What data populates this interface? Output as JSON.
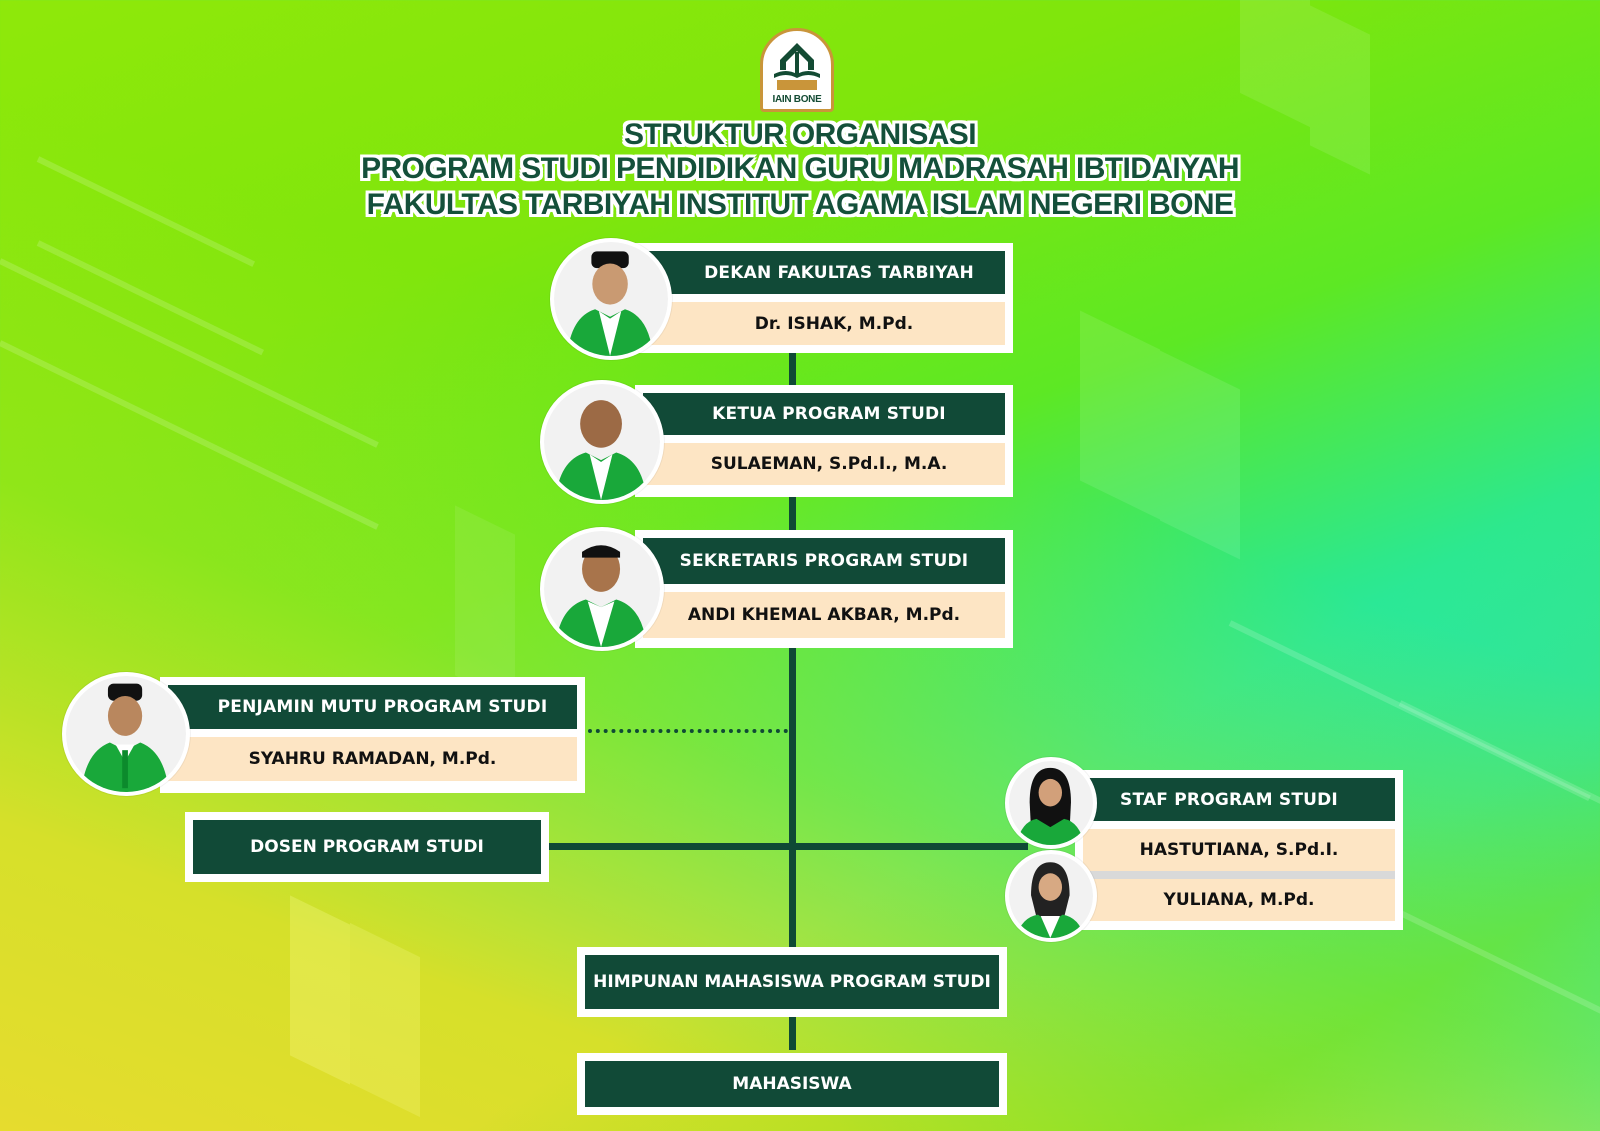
{
  "header": {
    "logo_text": "IAIN BONE",
    "title_line1": "STRUKTUR ORGANISASI",
    "title_line2": "PROGRAM STUDI PENDIDIKAN GURU MADRASAH IBTIDAIYAH",
    "title_line3": "FAKULTAS TARBIYAH INSTITUT AGAMA ISLAM NEGERI BONE"
  },
  "nodes": {
    "dekan": {
      "role": "DEKAN  FAKULTAS TARBIYAH",
      "name": "Dr. ISHAK, M.Pd.",
      "photo": "person-photo-male-peci"
    },
    "ketua": {
      "role": "KETUA PROGRAM STUDI",
      "name": "SULAEMAN, S.Pd.I., M.A.",
      "photo": "person-photo-male"
    },
    "sekretaris": {
      "role": "SEKRETARIS PROGRAM STUDI",
      "name": "ANDI KHEMAL AKBAR, M.Pd.",
      "photo": "person-photo-male"
    },
    "penjamin_mutu": {
      "role": "PENJAMIN MUTU PROGRAM STUDI",
      "name": "SYAHRU RAMADAN, M.Pd.",
      "photo": "person-photo-male-peci"
    },
    "dosen": {
      "role": "DOSEN PROGRAM STUDI"
    },
    "staf": {
      "role": "STAF PROGRAM STUDI",
      "members": [
        {
          "name": "HASTUTIANA, S.Pd.I.",
          "photo": "person-photo-female-hijab"
        },
        {
          "name": "YULIANA, M.Pd.",
          "photo": "person-photo-female-hijab"
        }
      ]
    },
    "himpunan": {
      "role": "HIMPUNAN MAHASISWA PROGRAM STUDI"
    },
    "mahasiswa": {
      "role": "MAHASISWA"
    }
  },
  "colors": {
    "role_bg": "#114a37",
    "name_bg": "#fde5c4",
    "line": "#0f4a35",
    "title_text": "#14503a",
    "logo_border": "#c9953a"
  }
}
